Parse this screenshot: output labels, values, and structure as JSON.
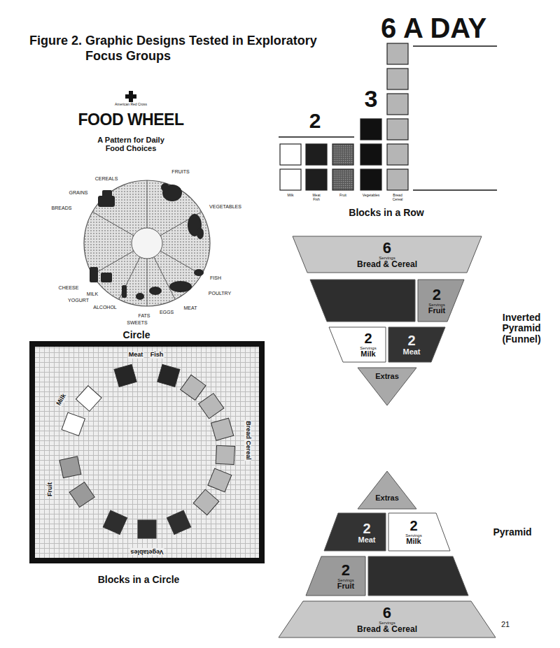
{
  "diagram": {
    "title": "Figure 2. Graphic Designs Tested in Exploratory Focus Groups",
    "nodes": [
      {
        "text": [
          "6",
          "Servings",
          "Bread & Cereal"
        ]
      },
      {
        "text": [
          "2",
          "Servings",
          "Fruit"
        ]
      },
      {
        "text": [
          "2",
          "Servings",
          "Milk"
        ]
      },
      {
        "text": [
          "2",
          "Meat"
        ]
      },
      {
        "text": [
          "Extras"
        ]
      },
      {
        "text": [
          "Extras"
        ]
      },
      {
        "text": [
          "2",
          "Meat"
        ]
      },
      {
        "text": [
          "2",
          "Servings",
          "Milk"
        ]
      },
      {
        "text": [
          "2",
          "Servings",
          "Fruit"
        ]
      },
      {
        "text": [
          "6",
          "Servings",
          "Bread & Cereal"
        ]
      }
    ],
    "labels": [
      "American Red Cross",
      "FOOD WHEEL",
      "A Pattern for Daily Food Choices",
      "FRUITS",
      "GRAINS",
      "CEREALS",
      "BREADS",
      "VEGETABLES",
      "FISH",
      "CHEESE",
      "MILK",
      "YOGURT",
      "ALCOHOL",
      "EGGS",
      "MEAT",
      "POULTRY",
      "FATS",
      "SWEETS",
      "Circle",
      "6 A DAY",
      "2",
      "3",
      "Milk",
      "Meat Fish",
      "Fruit",
      "Vegetables",
      "Bread Cereal",
      "Blocks in a Row",
      "Inverted Pyramid (Funnel)",
      "Meat",
      "Fish",
      "Milk",
      "Fruit",
      "Vegetables",
      "Bread Cereal",
      "Blocks in a Circle",
      "Pyramid",
      "21"
    ]
  }
}
